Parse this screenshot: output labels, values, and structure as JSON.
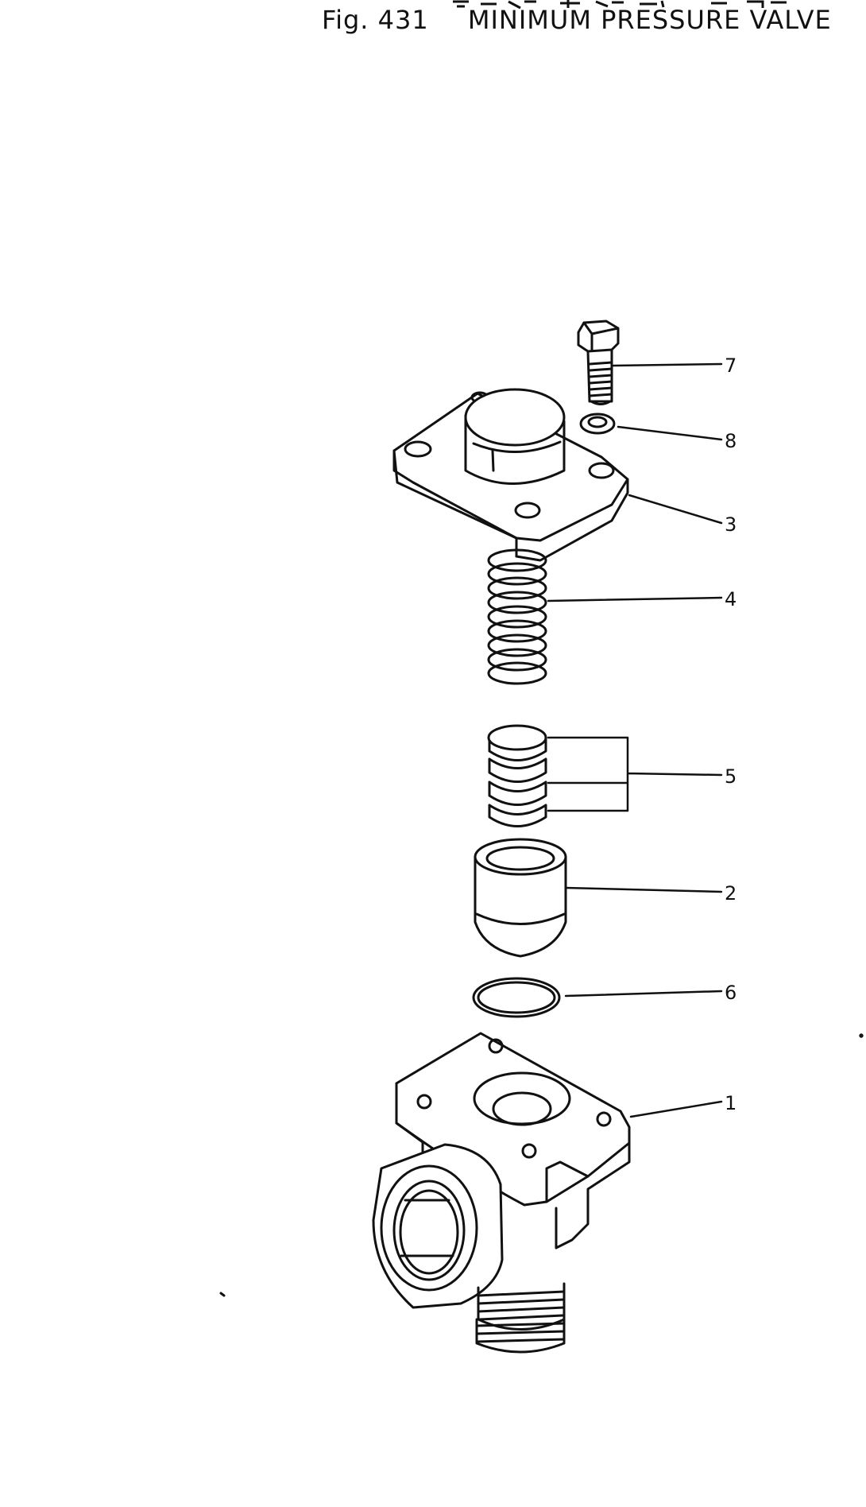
{
  "figure": {
    "number": "Fig. 431",
    "title": "MINIMUM PRESSURE VALVE"
  },
  "callouts": [
    {
      "id": "7",
      "label": "7"
    },
    {
      "id": "8",
      "label": "8"
    },
    {
      "id": "3",
      "label": "3"
    },
    {
      "id": "4",
      "label": "4"
    },
    {
      "id": "5",
      "label": "5"
    },
    {
      "id": "2",
      "label": "2"
    },
    {
      "id": "6",
      "label": "6"
    },
    {
      "id": "1",
      "label": "1"
    }
  ]
}
